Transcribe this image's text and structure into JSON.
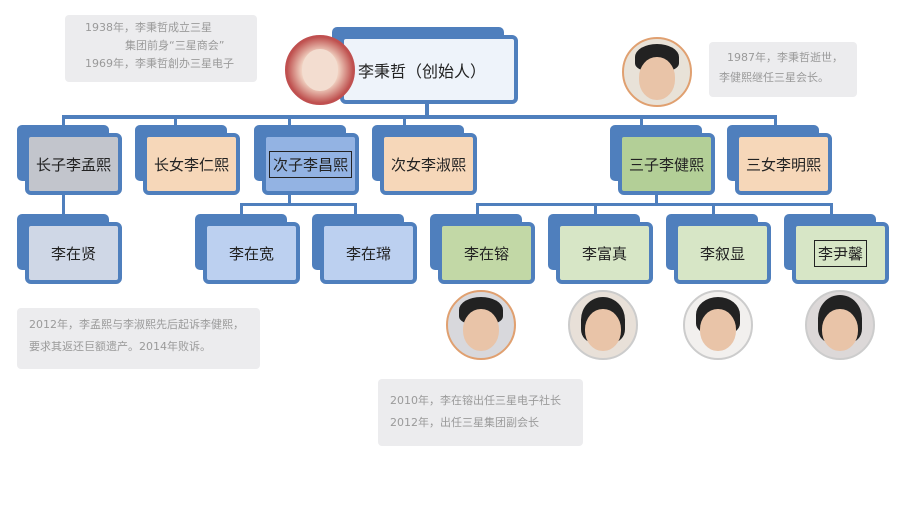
{
  "root": {
    "label": "李秉哲（创始人）"
  },
  "notes": {
    "top_left": [
      "1938年，李秉哲成立三星",
      "集团前身“三星商会”",
      "1969年，李秉哲創办三星电子"
    ],
    "top_right": [
      "1987年，李秉哲逝世，",
      "李健熙继任三星会长。"
    ],
    "bottom_left": [
      "2012年，李孟熙与李淑熙先后起诉李健熙，",
      "要求其返还巨额遗产。2014年败诉。"
    ],
    "bottom_mid": [
      "2010年，李在镕出任三星电子社长",
      "2012年，出任三星集团副会长"
    ]
  },
  "children": [
    {
      "label": "长子李孟熙",
      "color": "#c2c5cc"
    },
    {
      "label": "长女李仁熙",
      "color": "#f6d7b9"
    },
    {
      "label": "次子李昌熙",
      "color": "#93b3e3"
    },
    {
      "label": "次女李淑熙",
      "color": "#f6d7b9"
    },
    {
      "label": "三子李健熙",
      "color": "#b3cf97"
    },
    {
      "label": "三女李明熙",
      "color": "#f6d7b9"
    }
  ],
  "grandchildren": [
    {
      "label": "李在贤",
      "color": "#cfd7e6"
    },
    {
      "label": "李在宽",
      "color": "#bcd0f0"
    },
    {
      "label": "李在瑺",
      "color": "#bcd0f0"
    },
    {
      "label": "李在镕",
      "color": "#c2d8a6"
    },
    {
      "label": "李富真",
      "color": "#d7e6c6"
    },
    {
      "label": "李叙显",
      "color": "#d7e6c6"
    },
    {
      "label": "李尹馨",
      "color": "#d7e6c6"
    }
  ]
}
